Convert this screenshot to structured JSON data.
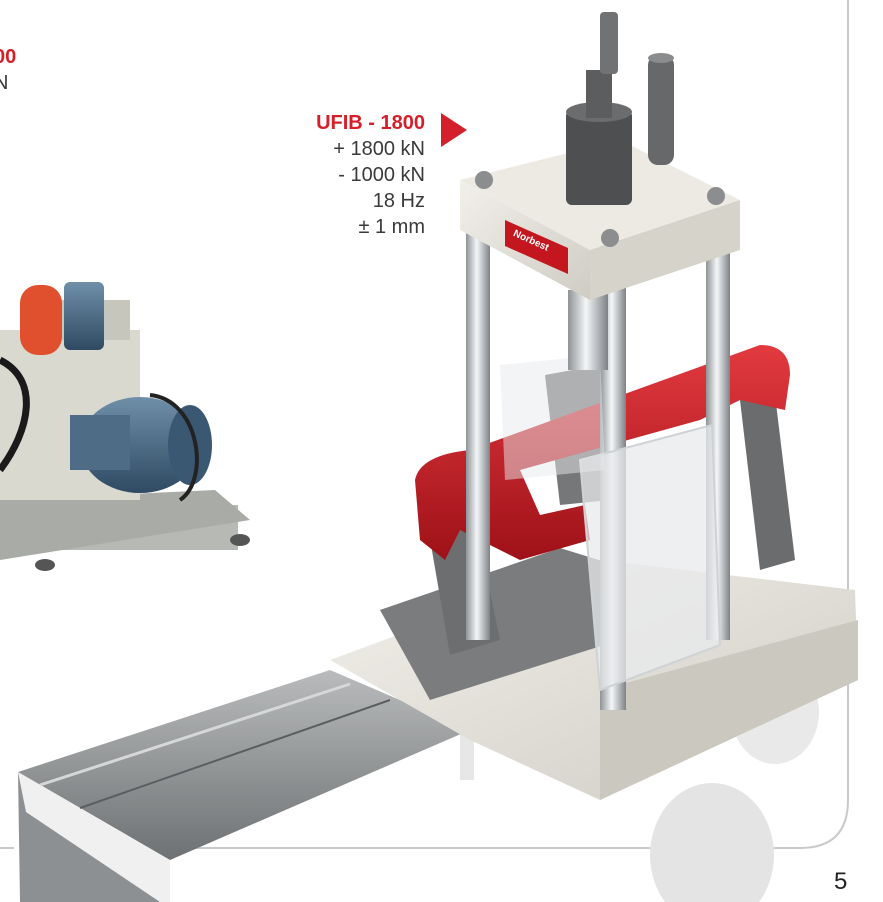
{
  "left_spec": {
    "title": "00",
    "line1": "N"
  },
  "right_spec": {
    "title": "UFIB - 1800",
    "specs": [
      "+ 1800 kN",
      "- 1000 kN",
      "18 Hz",
      "± 1 mm"
    ]
  },
  "brand_plate": "Norbest",
  "page_number": "5",
  "colors": {
    "accent": "#d4202a",
    "frame_grey": "#cfcfcf",
    "text": "#3a3a3a"
  }
}
